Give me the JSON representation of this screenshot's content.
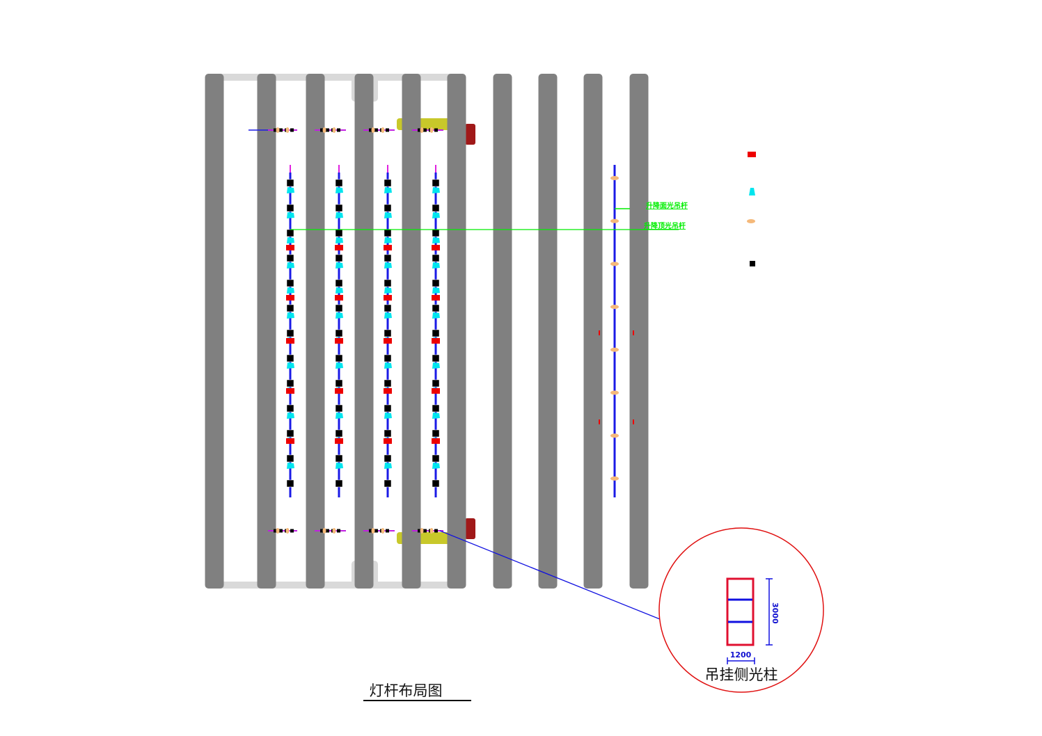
{
  "title": "灯杆布局图",
  "labels": {
    "face_light_bar": "升降面光吊杆",
    "top_light_bar": "升降顶光吊杆"
  },
  "detail": {
    "caption": "吊挂侧光柱",
    "width_dim": "1200",
    "height_dim": "3000"
  },
  "legend": [
    {
      "icon": "red-rect-fixture-icon",
      "color": "#ee0000"
    },
    {
      "icon": "cyan-fixture-icon",
      "color": "#00e5ee"
    },
    {
      "icon": "orange-fixture-icon",
      "color": "#f5b97a"
    },
    {
      "icon": "black-spotlight-icon",
      "color": "#000000"
    }
  ],
  "colors": {
    "truss": "#808080",
    "frame": "#d9d9d9",
    "pipe": "#1a1ae6",
    "green": "#00ee00",
    "red": "#ee0000",
    "cyan": "#00e5ee",
    "orange": "#f5b97a",
    "yellow": "#c8c82a",
    "darkred": "#a01818",
    "callout": "#e01010"
  },
  "rigging": {
    "truss_count": 10,
    "fixture_pipes": 4,
    "black_per_pipe": 13,
    "cyan_per_pipe": 12,
    "red_per_pipe": 5,
    "side_pipe_orange": 8
  }
}
